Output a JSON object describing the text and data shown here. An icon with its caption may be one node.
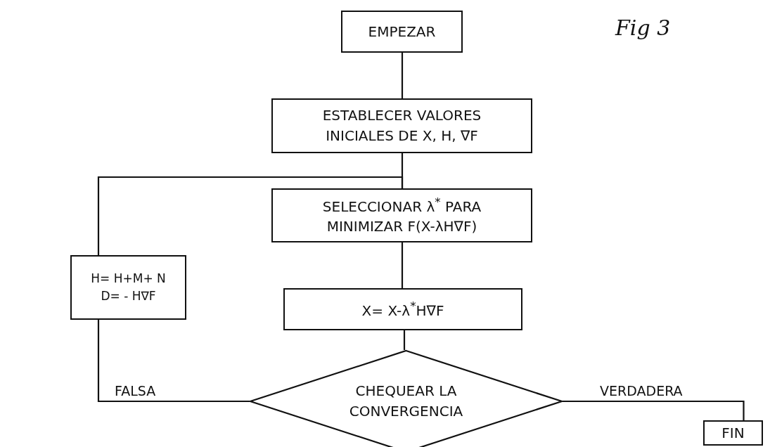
{
  "diagram": {
    "nodes": [
      {
        "text": [
          "EMPEZAR"
        ]
      },
      {
        "text": [
          "ESTABLECER VALORES INICIALES DE X, H, ∇F"
        ]
      },
      {
        "text": [
          "SELECCIONAR λ$^{*}$ PARA MINIMIZAR F(X-λH∇F)"
        ]
      },
      {
        "text": [
          "X= X-λ$^{*}$H∇F"
        ]
      },
      {
        "text": [
          "CHEQUEAR LA CONVERGENCIA"
        ]
      },
      {
        "text": [
          "FIN"
        ]
      },
      {
        "text": [
          "H= H+M+ N D= - H∇F"
        ]
      }
    ],
    "edges": [
      {
        "from": 0,
        "to": 1,
        "arrow": "none"
      },
      {
        "from": 1,
        "to": 2,
        "arrow": "none"
      },
      {
        "from": 2,
        "to": 3,
        "arrow": "none"
      },
      {
        "from": 3,
        "to": 4,
        "arrow": "none"
      },
      {
        "from": 4,
        "to": 5,
        "arrow": "none",
        "label": "VERDADERA"
      },
      {
        "from": 4,
        "to": 6,
        "arrow": "none",
        "label": "FALSA"
      },
      {
        "from": 6,
        "to": 2,
        "arrow": "none"
      }
    ],
    "labels": [
      "Fig 3"
    ]
  }
}
